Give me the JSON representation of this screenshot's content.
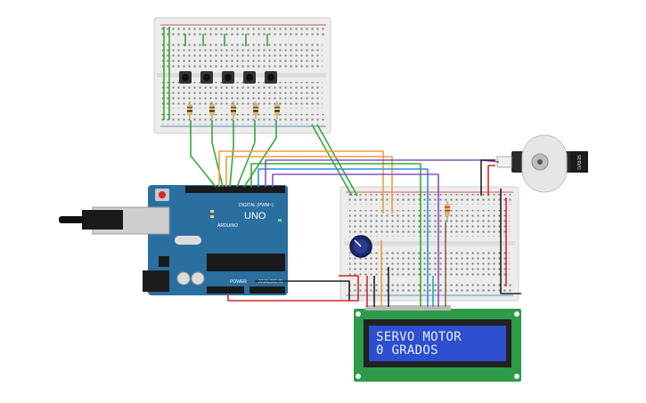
{
  "arduino": {
    "brand": "ARDUINO",
    "model": "UNO",
    "digital_header": "DIGITAL (PWM~)",
    "power_label": "POWER",
    "analog_label": "ANALOG IN"
  },
  "servo": {
    "brand": "SERVO"
  },
  "lcd": {
    "line1": "SERVO MOTOR",
    "line2": "0 GRADOS"
  },
  "colors": {
    "board": "#2a6fa0",
    "breadboard": "#ededed",
    "lcd_screen": "#2b4fcf",
    "lcd_pcb": "#2e9b4a",
    "wire_red": "#d4292c",
    "wire_green": "#36a83a",
    "wire_orange": "#e8a13b",
    "wire_purple": "#8b4fc4",
    "wire_black": "#222222"
  }
}
